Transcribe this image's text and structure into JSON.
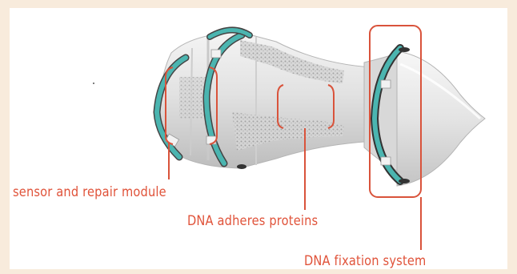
{
  "colors": {
    "accent": "#d9533b",
    "label_text": "#e0533a",
    "band": "#4bb5b0",
    "body_fill": "#e6e6e6",
    "frame": "#f8ebdc"
  },
  "labels": {
    "sensor": "sensor and repair module",
    "dna_adheres": "DNA adheres proteins",
    "dna_fixation": "DNA fixation system"
  }
}
